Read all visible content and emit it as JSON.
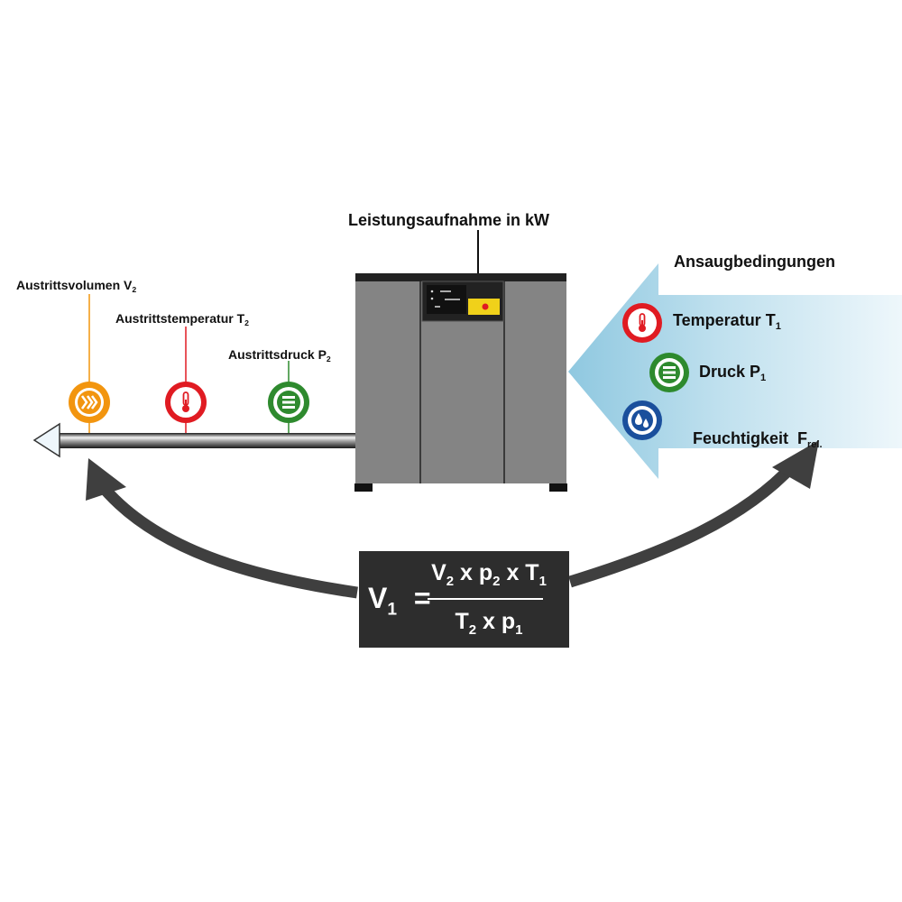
{
  "power_label": "Leistungsaufnahme in kW",
  "outlet": {
    "volume": {
      "text": "Austrittsvolumen V",
      "sub": "2",
      "icon": "flow-icon",
      "color": "#f2950f"
    },
    "temperature": {
      "text": "Austrittstemperatur T",
      "sub": "2",
      "icon": "thermometer-icon",
      "color": "#e01b22"
    },
    "pressure": {
      "text": "Austrittsdruck P",
      "sub": "2",
      "icon": "pressure-icon",
      "color": "#2e8a2e"
    }
  },
  "intake": {
    "title": "Ansaugbedingungen",
    "temperature": {
      "text": "Temperatur T",
      "sub": "1",
      "icon": "thermometer-icon",
      "color": "#e01b22"
    },
    "pressure": {
      "text": "Druck P",
      "sub": "1",
      "icon": "pressure-icon",
      "color": "#2e8a2e"
    },
    "humidity": {
      "text": "Feuchtigkeit  F",
      "sub": "rel.",
      "icon": "water-drops-icon",
      "color": "#1a4f9c"
    }
  },
  "formula": {
    "lhs": "V",
    "lhs_sub": "1",
    "equals": "=",
    "num": {
      "a": "V",
      "a_sub": "2",
      "x1": " x p",
      "b_sub": "2",
      "x2": " x T",
      "c_sub": "1"
    },
    "den": {
      "a": "T",
      "a_sub": "2",
      "x1": " x p",
      "b_sub": "1"
    }
  },
  "colors": {
    "machine_body": "#848484",
    "machine_dark": "#2b2b2b",
    "arrow_dark": "#3f3f3f",
    "intake_blue": "#8fc8e0",
    "display_yellow": "#f0d11a"
  }
}
